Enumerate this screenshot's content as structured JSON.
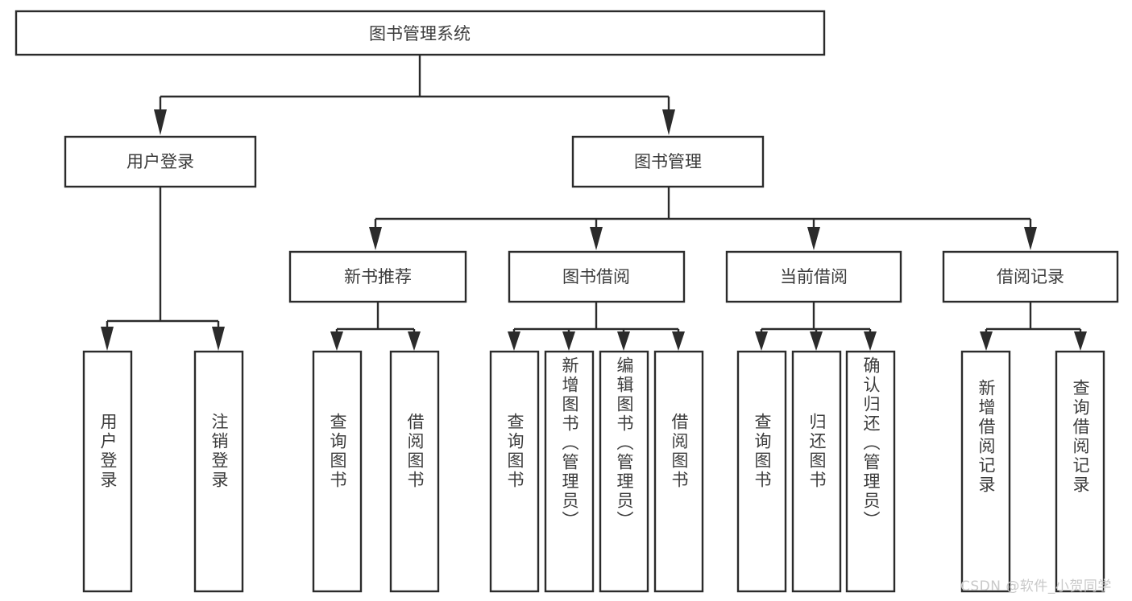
{
  "diagram": {
    "title": "图书管理系统",
    "type": "tree-hierarchy-diagram",
    "colors": {
      "box_stroke": "#2b2b2b",
      "box_fill": "#ffffff",
      "text": "#3c3c3c",
      "background": "#ffffff",
      "watermark": "#c9c9c9"
    },
    "root": {
      "label": "图书管理系统"
    },
    "level2": [
      {
        "label": "用户登录"
      },
      {
        "label": "图书管理"
      }
    ],
    "level3": [
      {
        "label": "新书推荐"
      },
      {
        "label": "图书借阅"
      },
      {
        "label": "当前借阅"
      },
      {
        "label": "借阅记录"
      }
    ],
    "leaves": {
      "user_login": [
        {
          "label": "用户登录"
        },
        {
          "label": "注销登录"
        }
      ],
      "new_book_recommend": [
        {
          "label": "查询图书"
        },
        {
          "label": "借阅图书"
        }
      ],
      "book_borrow": [
        {
          "label": "查询图书"
        },
        {
          "label": "新增图书（管理员）"
        },
        {
          "label": "编辑图书（管理员）"
        },
        {
          "label": "借阅图书"
        }
      ],
      "current_borrow": [
        {
          "label": "查询图书"
        },
        {
          "label": "归还图书"
        },
        {
          "label": "确认归还（管理员）"
        }
      ],
      "borrow_record": [
        {
          "label": "新增借阅记录"
        },
        {
          "label": "查询借阅记录"
        }
      ]
    },
    "watermark": "CSDN @软件_小贺同学"
  }
}
